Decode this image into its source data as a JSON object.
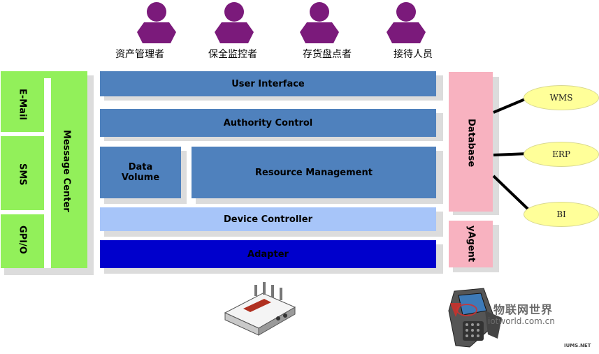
{
  "roles": [
    "资产管理者",
    "保全监控者",
    "存货盘点者",
    "接待人员"
  ],
  "left_panel": {
    "email": "E-Mail",
    "sms": "SMS",
    "gpio": "GPI/O",
    "message_center": "Message Center"
  },
  "layers": {
    "user_interface": "User Interface",
    "authority_control": "Authority Control",
    "data_volume_line1": "Data",
    "data_volume_line2": "Volume",
    "resource_management": "Resource Management",
    "device_controller": "Device Controller",
    "adapter": "Adapter"
  },
  "right_panel": {
    "database": "Database",
    "agent": "yAgent"
  },
  "systems": [
    "WMS",
    "ERP",
    "BI"
  ],
  "watermark": {
    "title": "物联网世界",
    "url": "iotworld.com.cn",
    "corner": "IUMS.NET"
  },
  "colors": {
    "person": "#7b1a7b",
    "layer_blue": "#4f81bd",
    "device_controller": "#a7c5f9",
    "adapter": "#0000cc",
    "green": "#92f05a",
    "pink": "#f8b2c0",
    "ellipse": "#ffff99"
  }
}
